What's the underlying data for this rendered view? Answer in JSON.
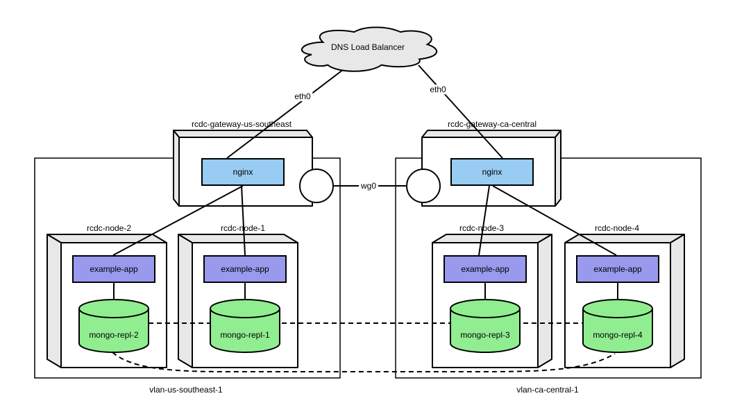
{
  "cloud": {
    "label": "DNS Load Balancer"
  },
  "links": {
    "eth0_left": "eth0",
    "eth0_right": "eth0",
    "wg0": "wg0"
  },
  "gateways": [
    {
      "name": "rcdc-gateway-us-southeast",
      "service": "nginx"
    },
    {
      "name": "rcdc-gateway-ca-central",
      "service": "nginx"
    }
  ],
  "nodes": [
    {
      "name": "rcdc-node-2",
      "app": "example-app",
      "db": "mongo-repl-2"
    },
    {
      "name": "rcdc-node-1",
      "app": "example-app",
      "db": "mongo-repl-1"
    },
    {
      "name": "rcdc-node-3",
      "app": "example-app",
      "db": "mongo-repl-3"
    },
    {
      "name": "rcdc-node-4",
      "app": "example-app",
      "db": "mongo-repl-4"
    }
  ],
  "vlans": [
    {
      "name": "vlan-us-southeast-1"
    },
    {
      "name": "vlan-ca-central-1"
    }
  ],
  "colors": {
    "nginx": "#99ccf3",
    "app": "#9999ee",
    "db": "#90ee90",
    "shape-fill": "#e8e8e8",
    "stroke": "#000000"
  }
}
